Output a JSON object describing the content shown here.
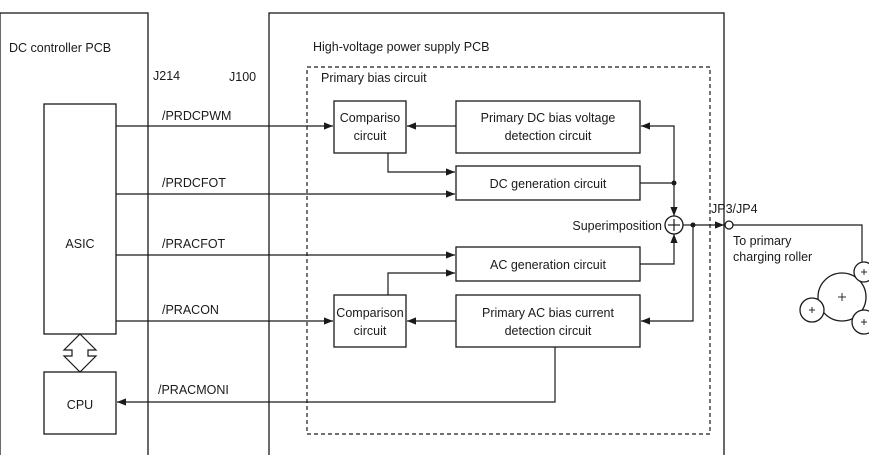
{
  "pcb_left": {
    "title": "DC controller PCB"
  },
  "pcb_right": {
    "title": "High-voltage power supply PCB"
  },
  "connectors": {
    "left": "J214",
    "right": "J100"
  },
  "primary_bias": {
    "title": "Primary bias circuit"
  },
  "blocks": {
    "asic": "ASIC",
    "cpu": "CPU",
    "comp1_l1": "Compariso",
    "comp1_l2": "circuit",
    "dcdet_l1": "Primary DC bias voltage",
    "dcdet_l2": "detection circuit",
    "dcgen": "DC generation circuit",
    "acgen": "AC generation circuit",
    "comp2_l1": "Comparison",
    "comp2_l2": "circuit",
    "acdet_l1": "Primary AC bias current",
    "acdet_l2": "detection circuit"
  },
  "signals": {
    "s1": "/PRDCPWM",
    "s2": "/PRDCFOT",
    "s3": "/PRACFOT",
    "s4": "/PRACON",
    "s5": "/PRACMONI"
  },
  "superimposition": "Superimposition",
  "jp_label": "JP3/JP4",
  "roller_l1": "To primary",
  "roller_l2": "charging roller"
}
